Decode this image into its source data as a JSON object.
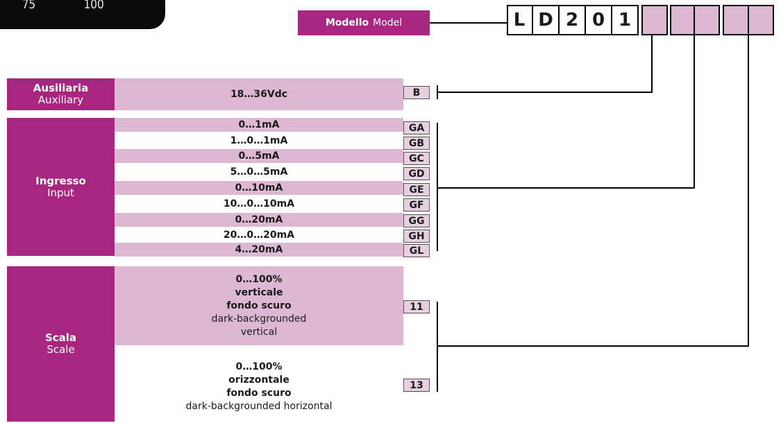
{
  "meter": {
    "tick_left": "75",
    "tick_right": "100"
  },
  "model": {
    "label_it": "Modello",
    "label_en": "Model",
    "code_chars": [
      "L",
      "D",
      "2",
      "0",
      "1"
    ]
  },
  "auxiliary": {
    "label_it": "Ausiliaria",
    "label_en": "Auxiliary",
    "option": "18…36Vdc",
    "code": "B"
  },
  "input": {
    "label_it": "Ingresso",
    "label_en": "Input",
    "options": [
      {
        "value": "0…1mA",
        "code": "GA"
      },
      {
        "value": "1…0…1mA",
        "code": "GB"
      },
      {
        "value": "0…5mA",
        "code": "GC"
      },
      {
        "value": "5…0…5mA",
        "code": "GD"
      },
      {
        "value": "0…10mA",
        "code": "GE"
      },
      {
        "value": "10…0…10mA",
        "code": "GF"
      },
      {
        "value": "0…20mA",
        "code": "GG"
      },
      {
        "value": "20…0…20mA",
        "code": "GH"
      },
      {
        "value": "4…20mA",
        "code": "GL"
      }
    ]
  },
  "scale": {
    "label_it": "Scala",
    "label_en": "Scale",
    "options": [
      {
        "range": "0…100%",
        "orientation_it": "verticale",
        "background_it": "fondo scuro",
        "description_en_1": "dark-backgrounded",
        "description_en_2": "vertical",
        "code": "11"
      },
      {
        "range": "0…100%",
        "orientation_it": "orizzontale",
        "background_it": "fondo scuro",
        "description_en_1": "dark-backgrounded horizontal",
        "description_en_2": "",
        "code": "13"
      }
    ]
  }
}
